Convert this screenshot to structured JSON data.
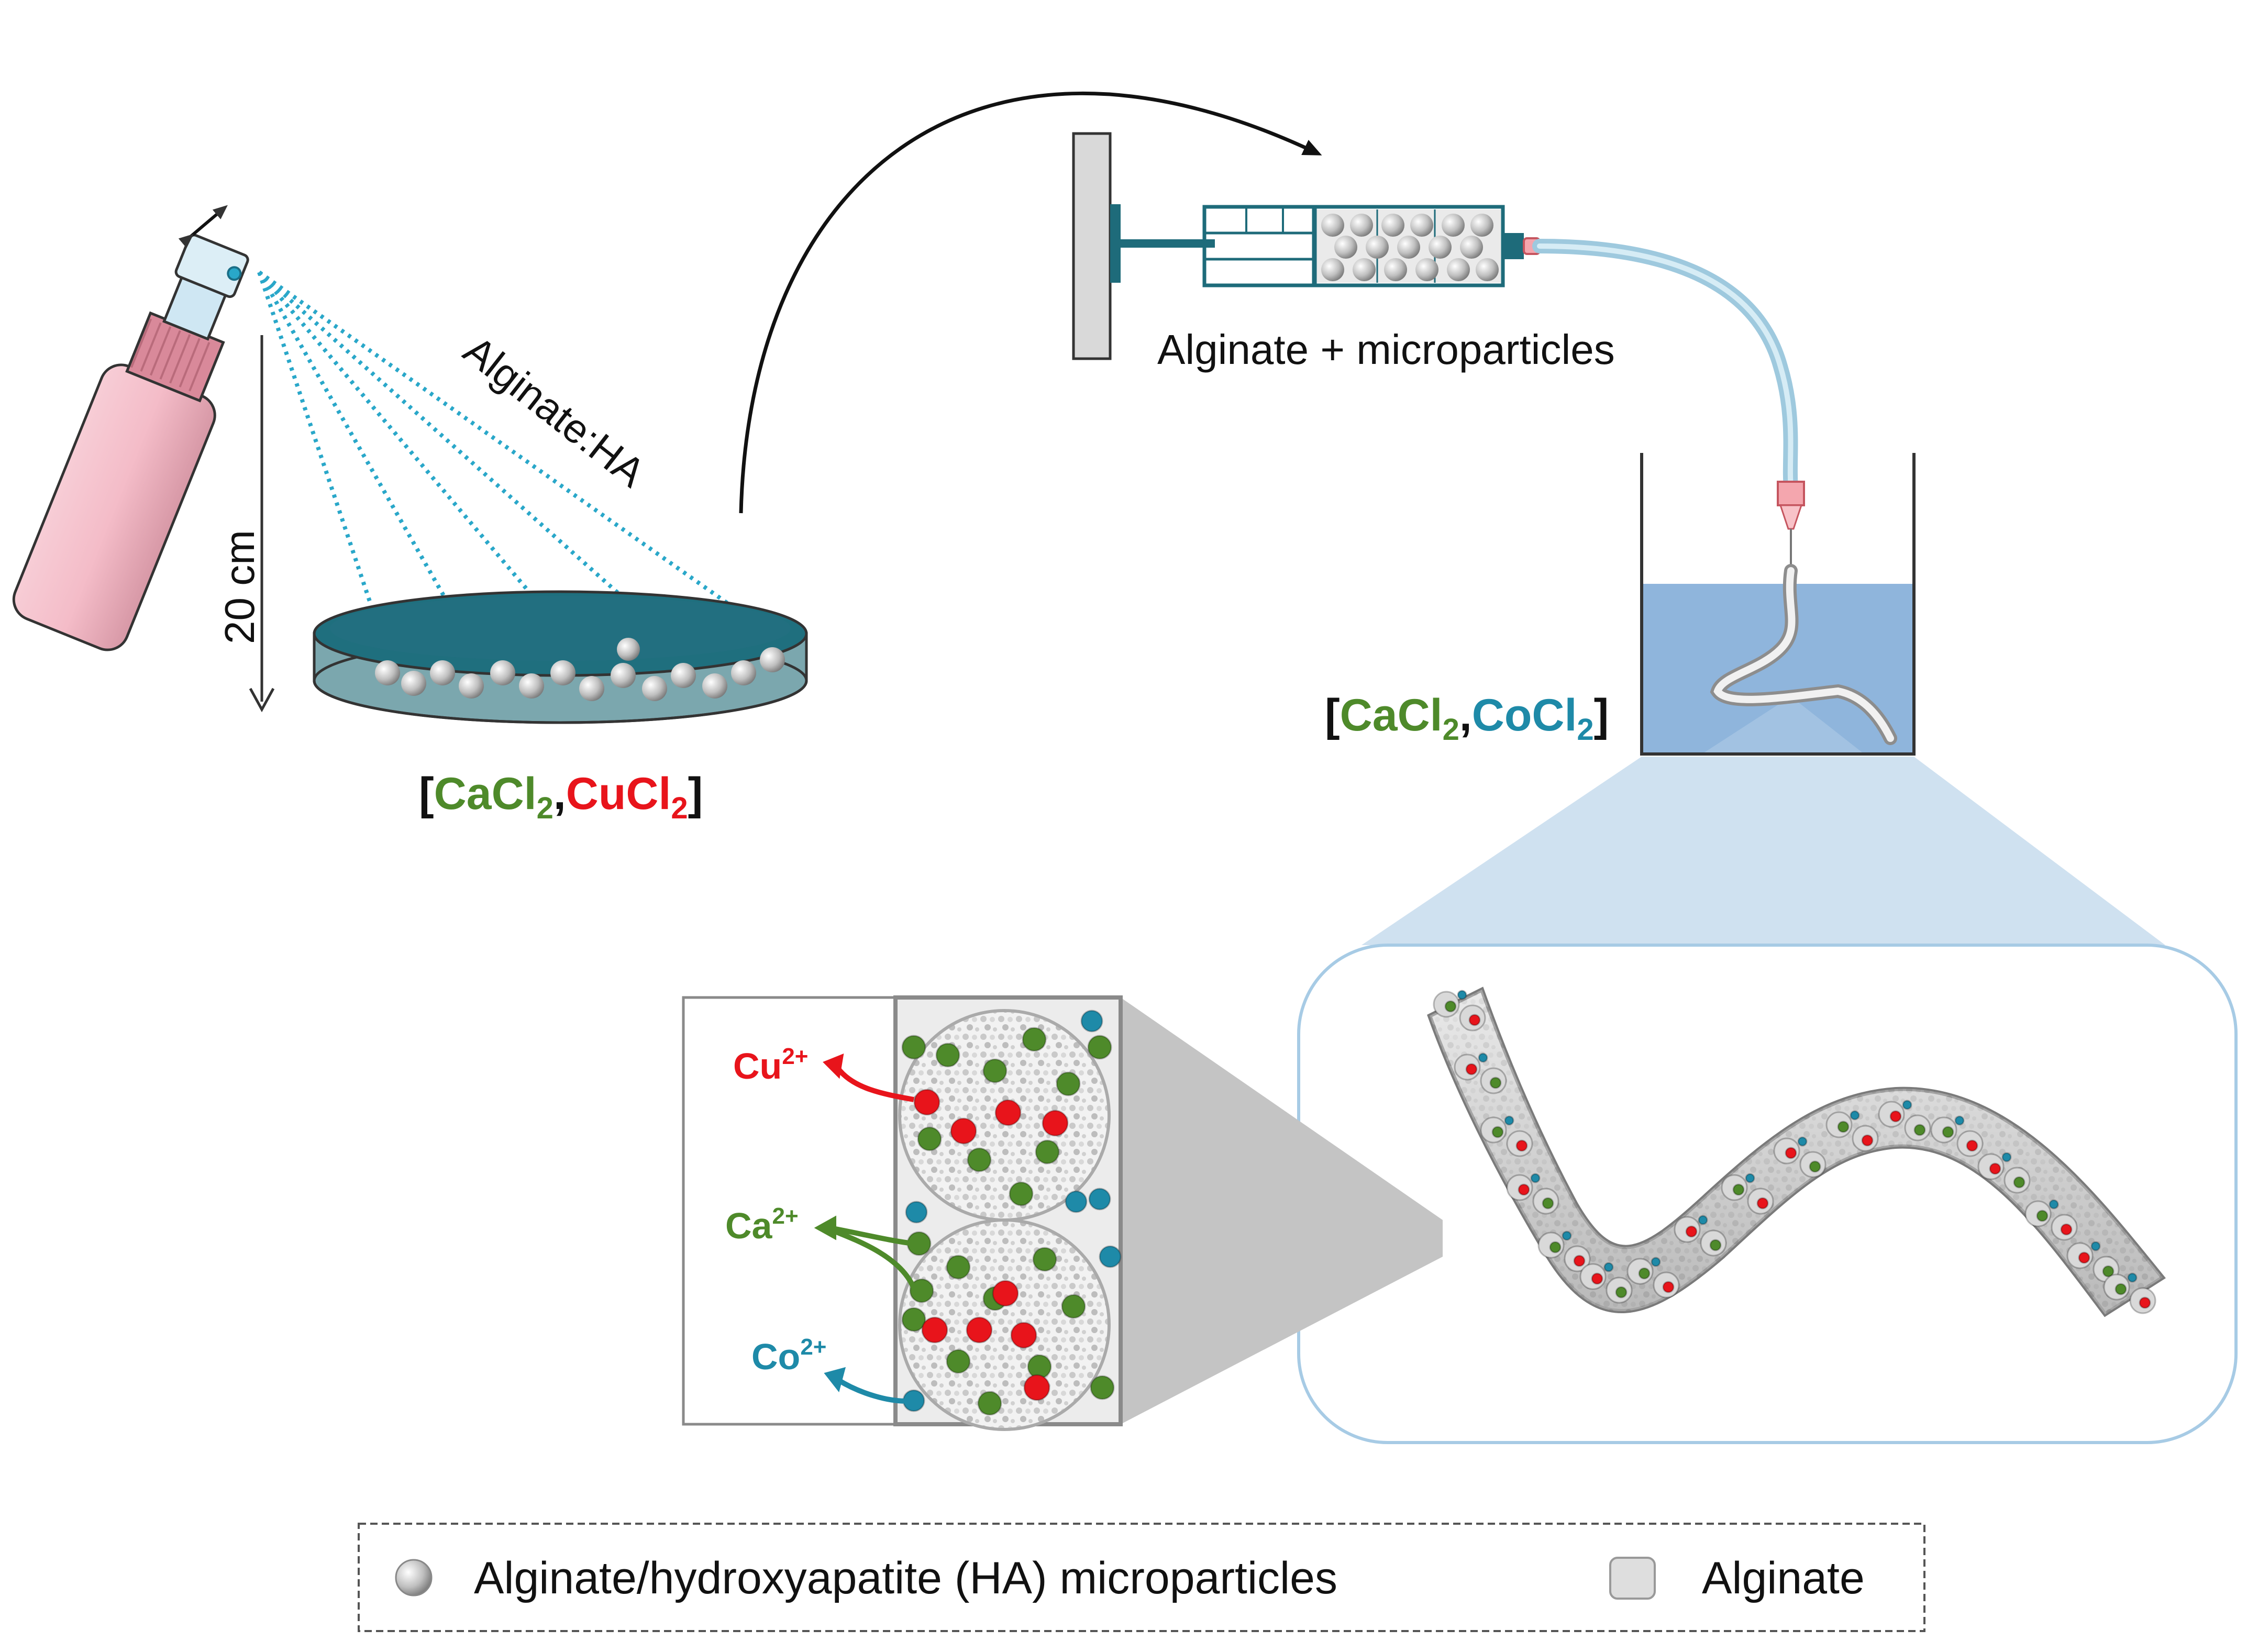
{
  "labels": {
    "spray_path": "Alginate:HA",
    "distance": "20 cm",
    "syringe_content": "Alginate + microparticles"
  },
  "bath_left": {
    "bracket_open": "[",
    "ca": "CaCl",
    "sub1": "2",
    "comma": ",",
    "cu": "CuCl",
    "sub2": "2",
    "bracket_close": "]"
  },
  "bath_right": {
    "bracket_open": "[",
    "ca": "CaCl",
    "sub1": "2",
    "comma": ",",
    "co": "CoCl",
    "sub2": "2",
    "bracket_close": "]"
  },
  "ions": {
    "cu": {
      "base": "Cu",
      "sup": "2+"
    },
    "ca": {
      "base": "Ca",
      "sup": "2+"
    },
    "co": {
      "base": "Co",
      "sup": "2+"
    }
  },
  "legend": {
    "microparticles": "Alginate/hydroxyapatite (HA) microparticles",
    "alginate": "Alginate"
  },
  "colors": {
    "cu": "#e8141b",
    "ca": "#4e8a2a",
    "co": "#1e8aa8",
    "spray": "#29a7c9",
    "petri_fill": "#1f6f7e",
    "bath_liquid": "#8fb5dc",
    "syringe_stroke": "#1e6b7a"
  }
}
